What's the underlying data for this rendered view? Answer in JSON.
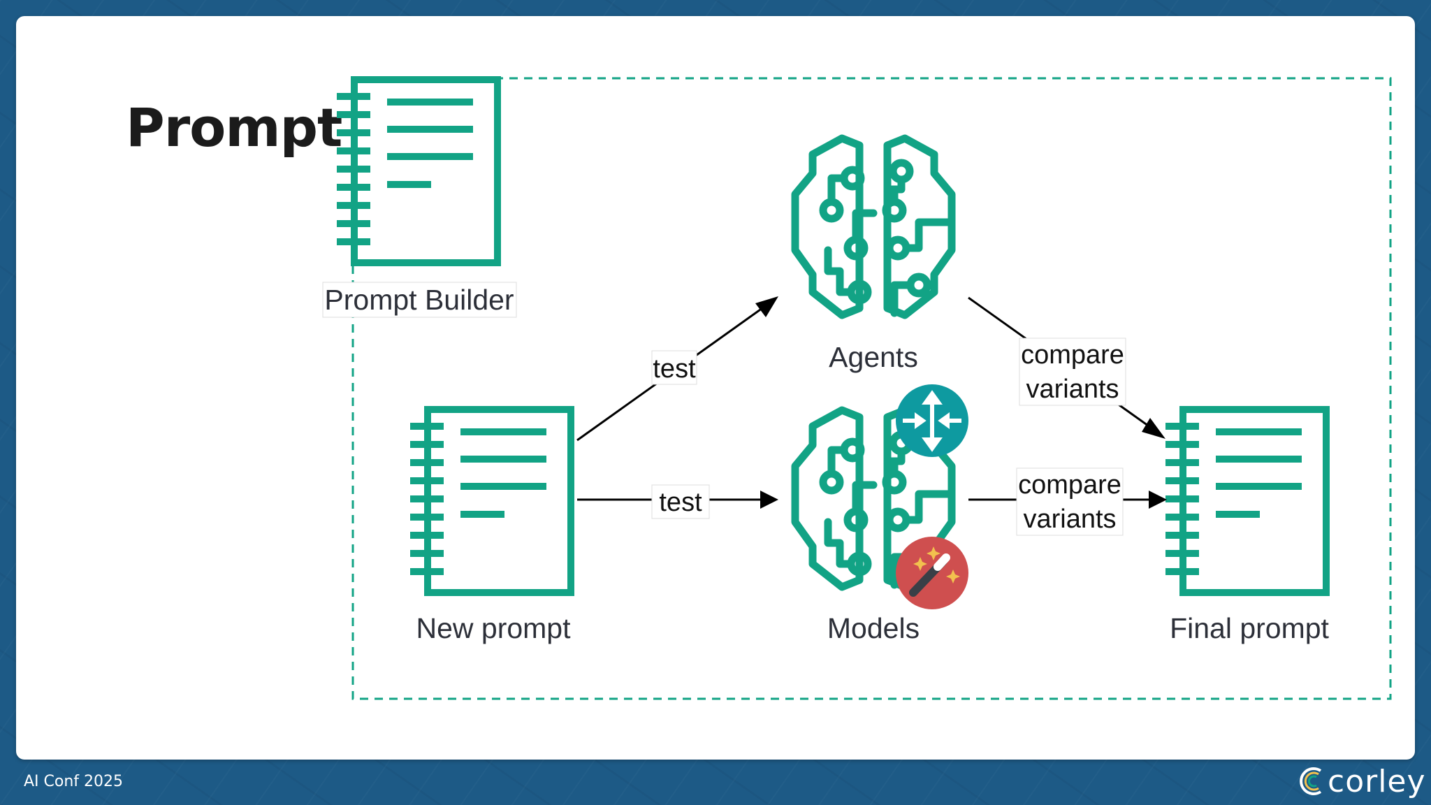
{
  "slide": {
    "title": "Prompt",
    "footer": "AI Conf 2025",
    "brand": "corley"
  },
  "diagram": {
    "nodes": {
      "prompt_builder": "Prompt Builder",
      "new_prompt": "New prompt",
      "agents": "Agents",
      "models": "Models",
      "final_prompt": "Final prompt"
    },
    "edges": {
      "test_agents": "test",
      "test_models": "test",
      "agents_compare_line1": "compare",
      "agents_compare_line2": "variants",
      "models_compare_line1": "compare",
      "models_compare_line2": "variants"
    }
  },
  "colors": {
    "accent": "#12a385",
    "background": "#1d5a86",
    "router_badge": "#0e9aa0",
    "magic_badge": "#cf4f4f"
  },
  "icons": [
    "notebook-icon",
    "brain-circuit-icon",
    "router-icon",
    "magic-wand-icon"
  ]
}
